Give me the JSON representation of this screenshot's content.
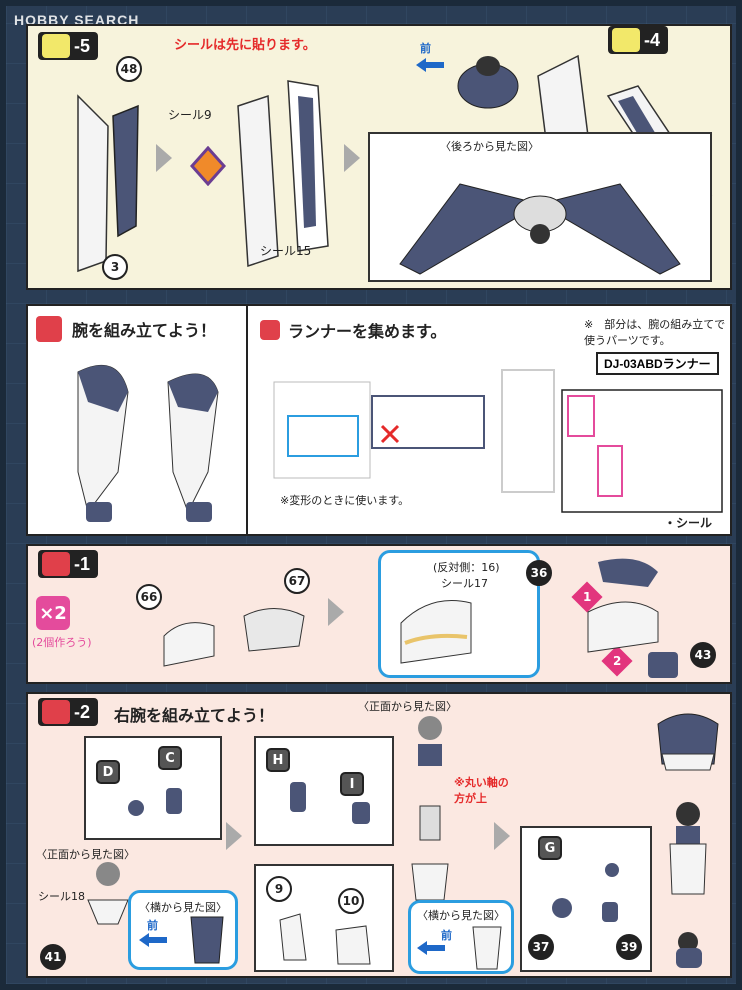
{
  "watermark": "HOBBY SEARCH",
  "step1": {
    "tag": "-5",
    "note": "シールは先に貼ります。",
    "part48": "48",
    "part3": "3",
    "seal9": "シール9",
    "seal15": "シール15",
    "tag4": "-4",
    "front_label": "前",
    "back_view": "〈後ろから見た図〉"
  },
  "step2": {
    "arm_title": "腕を組み立てよう！",
    "runner_title": "ランナーを集めます。",
    "note": "※　部分は、腕の組み立てで使うパーツです。",
    "runner_name": "DJ-03ABDランナー",
    "transform_note": "※変形のときに使います。",
    "seal_label": "・シール"
  },
  "step3": {
    "tag": "-1",
    "x2": "×2",
    "x2_note": "(2個作ろう)",
    "p66": "66",
    "p67": "67",
    "opposite": "(反対側：16)",
    "seal17": "シール17",
    "p36": "36",
    "p43": "43",
    "n1": "1",
    "n2": "2"
  },
  "step4": {
    "tag": "-2",
    "title": "右腕を組み立てよう！",
    "front_view_1": "〈正面から見た図〉",
    "front_view_2": "〈正面から見た図〉",
    "side_view_1": "〈横から見た図〉",
    "side_view_2": "〈横から見た図〉",
    "round_note": "※丸い軸の方が上",
    "seal18": "シール18",
    "front1": "前",
    "front2": "前",
    "D": "D",
    "C": "C",
    "H": "H",
    "I": "I",
    "G": "G",
    "p9": "9",
    "p10": "10",
    "p41": "41",
    "p37": "37",
    "p39": "39"
  }
}
